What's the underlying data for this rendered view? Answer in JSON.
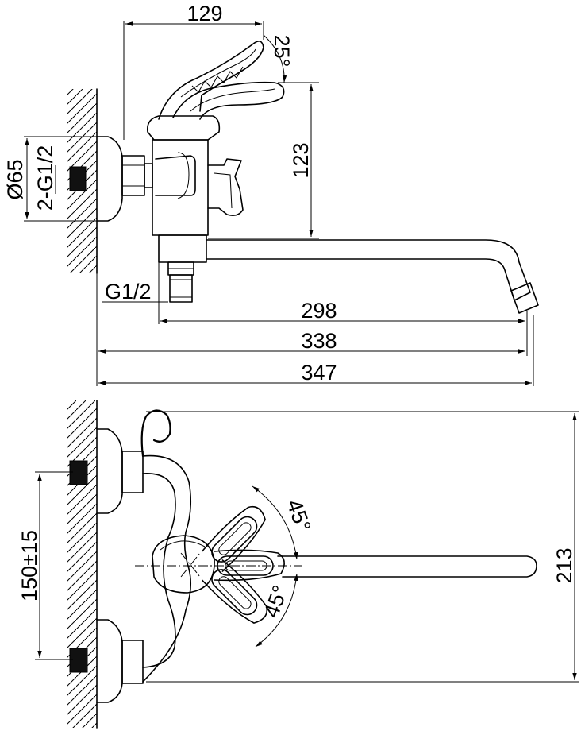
{
  "dimensions": {
    "top_width": "129",
    "lever_angle": "25°",
    "body_height": "123",
    "diameter": "Ø65",
    "inlet_thread": "2-G1/2",
    "outlet_thread": "G1/2",
    "spout_reach": "298",
    "reach_338": "338",
    "overall_length": "347",
    "inlet_spacing": "150±15",
    "overall_width": "213",
    "swing_upper": "45°",
    "swing_lower": "45°"
  }
}
